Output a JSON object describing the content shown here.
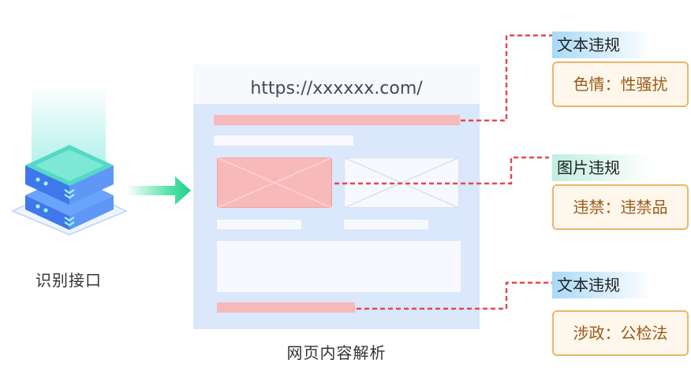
{
  "server": {
    "label": "识别接口",
    "colors": {
      "top": "#5fd9c6",
      "body": "#4f86f5",
      "platform": "#e6f0ff"
    }
  },
  "browser": {
    "url": "https://xxxxxx.com/",
    "caption": "网页内容解析",
    "colors": {
      "frame": "#dbe7fb",
      "bar": "#f7f9fd",
      "highlight": "#f7b9b9",
      "placeholder": "#f7f9fe"
    }
  },
  "violations": [
    {
      "category": "文本违规",
      "detail": "色情：性骚扰"
    },
    {
      "category": "图片违规",
      "detail": "违禁：违禁品"
    },
    {
      "category": "文本违规",
      "detail": "涉政：公检法"
    }
  ],
  "colors": {
    "connector": "#e8474b",
    "detail_border": "#ecb66a",
    "detail_text": "#9a5a17",
    "arrow": "#22d890"
  }
}
